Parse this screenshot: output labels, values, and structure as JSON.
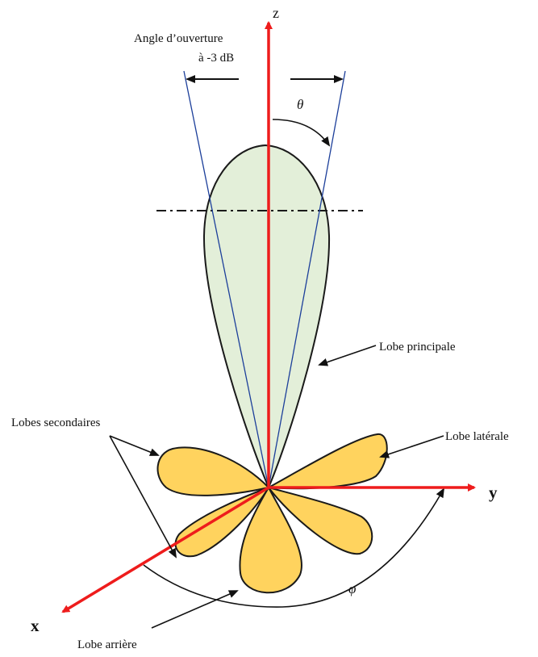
{
  "axes": {
    "z": "z",
    "y": "y",
    "x": "x"
  },
  "angles": {
    "theta": "θ",
    "phi": "φ"
  },
  "labels": {
    "beamwidth_line1": "Angle d’ouverture",
    "beamwidth_line2": "à -3 dB",
    "main_lobe": "Lobe principale",
    "side_lobes": "Lobes secondaires",
    "lateral_lobe": "Lobe latérale",
    "back_lobe": "Lobe arrière"
  },
  "colors": {
    "axis": "#ee1c1c",
    "main_lobe_fill": "#e3efd9",
    "side_lobe_fill": "#ffd35e",
    "outline": "#1a1a1a",
    "beam_lines": "#1c3f9a"
  }
}
